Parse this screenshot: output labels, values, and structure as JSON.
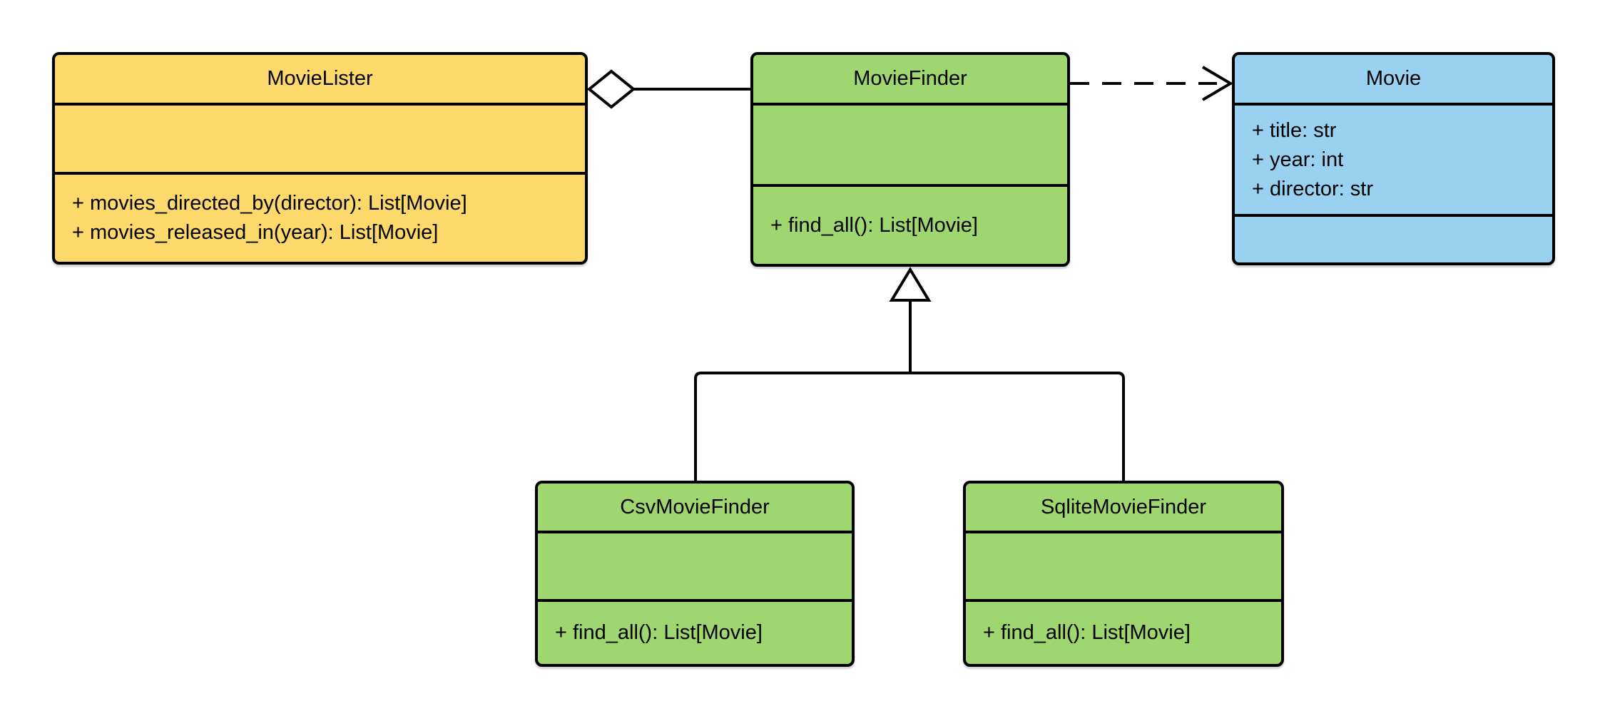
{
  "diagram": {
    "background": "#ffffff",
    "stroke_color": "#000000",
    "text_color": "#000000"
  },
  "classes": {
    "movie_lister": {
      "name": "MovieLister",
      "fill": "#FCD96A",
      "attributes": [],
      "methods": [
        "+ movies_directed_by(director): List[Movie]",
        "+ movies_released_in(year): List[Movie]"
      ]
    },
    "movie_finder": {
      "name": "MovieFinder",
      "fill": "#A0D66F",
      "attributes": [],
      "methods": [
        "+ find_all(): List[Movie]"
      ]
    },
    "movie": {
      "name": "Movie",
      "fill": "#9AD0F0",
      "attributes": [
        "+ title: str",
        "+ year: int",
        "+ director: str"
      ],
      "methods": []
    },
    "csv_movie_finder": {
      "name": "CsvMovieFinder",
      "fill": "#A0D66F",
      "attributes": [],
      "methods": [
        "+ find_all(): List[Movie]"
      ]
    },
    "sqlite_movie_finder": {
      "name": "SqliteMovieFinder",
      "fill": "#A0D66F",
      "attributes": [],
      "methods": [
        "+ find_all(): List[Movie]"
      ]
    }
  },
  "relationships": [
    {
      "type": "aggregation",
      "whole": "MovieLister",
      "part": "MovieFinder",
      "marker": "hollow-diamond",
      "line": "solid"
    },
    {
      "type": "dependency",
      "from": "MovieFinder",
      "to": "Movie",
      "marker": "open-arrowhead",
      "line": "dashed"
    },
    {
      "type": "generalization",
      "subclass": "CsvMovieFinder",
      "superclass": "MovieFinder",
      "marker": "hollow-triangle",
      "line": "solid"
    },
    {
      "type": "generalization",
      "subclass": "SqliteMovieFinder",
      "superclass": "MovieFinder",
      "marker": "hollow-triangle",
      "line": "solid"
    }
  ]
}
